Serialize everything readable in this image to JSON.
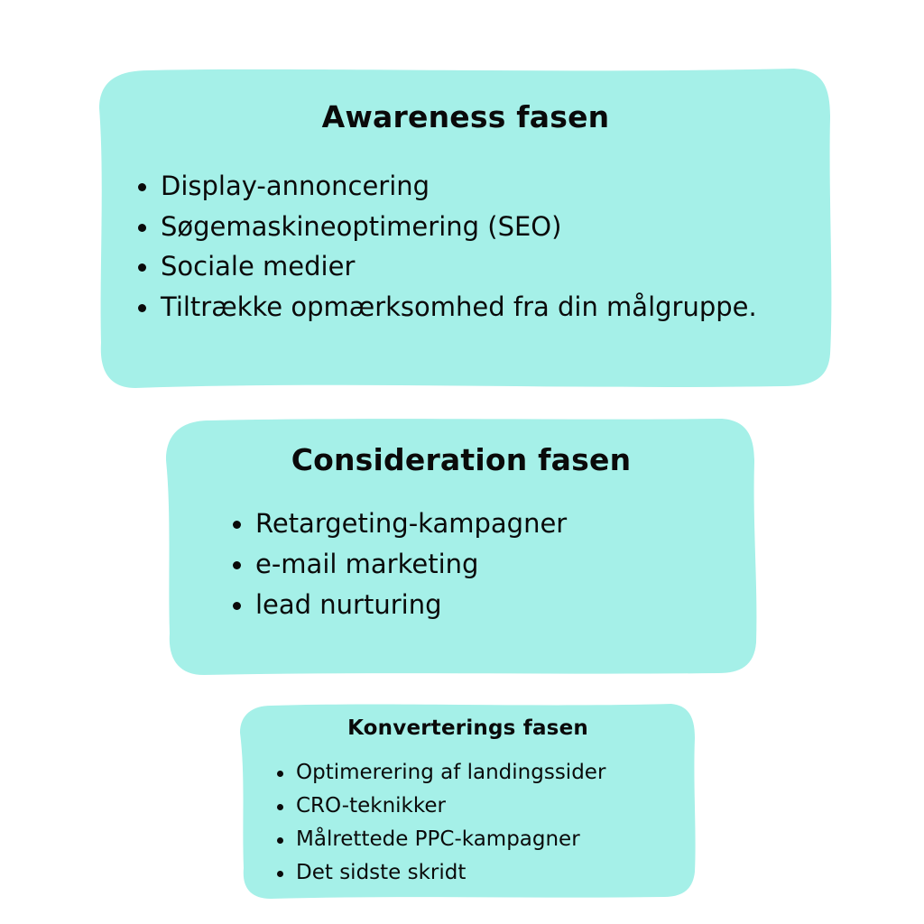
{
  "theme": {
    "box_color": "#a5f0e8",
    "text_color": "#0a0a0a",
    "background": "#ffffff"
  },
  "phases": [
    {
      "title": "Awareness fasen",
      "items": [
        "Display-annoncering",
        "Søgemaskineoptimering (SEO)",
        "Sociale medier",
        "Tiltrække opmærksomhed fra din målgruppe."
      ]
    },
    {
      "title": "Consideration fasen",
      "items": [
        "Retargeting-kampagner",
        "e-mail marketing",
        "lead nurturing"
      ]
    },
    {
      "title": "Konverterings fasen",
      "items": [
        "Optimerering af landingssider",
        "CRO-teknikker",
        "Målrettede PPC-kampagner",
        "Det sidste skridt"
      ]
    }
  ]
}
